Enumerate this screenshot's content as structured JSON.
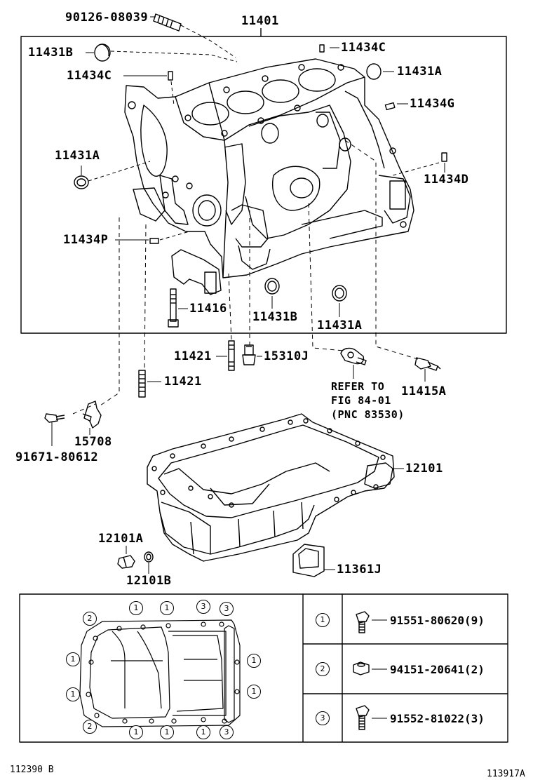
{
  "labels": {
    "p_90126_08039": "90126-08039",
    "p_11401": "11401",
    "p_11431B_top": "11431B",
    "p_11434C_top": "11434C",
    "p_11431A_top": "11431A",
    "p_11434C_left": "11434C",
    "p_11434G": "11434G",
    "p_11431A_left": "11431A",
    "p_11434D": "11434D",
    "p_11434P": "11434P",
    "p_11416": "11416",
    "p_11431B_bottom": "11431B",
    "p_11431A_bottom": "11431A",
    "p_11421_a": "11421",
    "p_15310J": "15310J",
    "p_11421_b": "11421",
    "refer_1": "REFER TO",
    "refer_2": "FIG 84-01",
    "refer_3": "(PNC 83530)",
    "p_11415A": "11415A",
    "p_15708": "15708",
    "p_91671_80612": "91671-80612",
    "p_12101": "12101",
    "p_12101A": "12101A",
    "p_12101B": "12101B",
    "p_11361J": "11361J"
  },
  "legend": [
    {
      "key": "1",
      "part": "91551-80620(9)"
    },
    {
      "key": "2",
      "part": "94151-20641(2)"
    },
    {
      "key": "3",
      "part": "91552-81022(3)"
    }
  ],
  "pan_markers": {
    "top": [
      "1",
      "1",
      "3",
      "3"
    ],
    "left_top": "2",
    "left": [
      "1",
      "1"
    ],
    "right": [
      "1",
      "1"
    ],
    "left_bottom": "2",
    "bottom": [
      "1",
      "1",
      "1",
      "3"
    ]
  },
  "footer": {
    "left": "112390 B",
    "right": "113917A"
  }
}
